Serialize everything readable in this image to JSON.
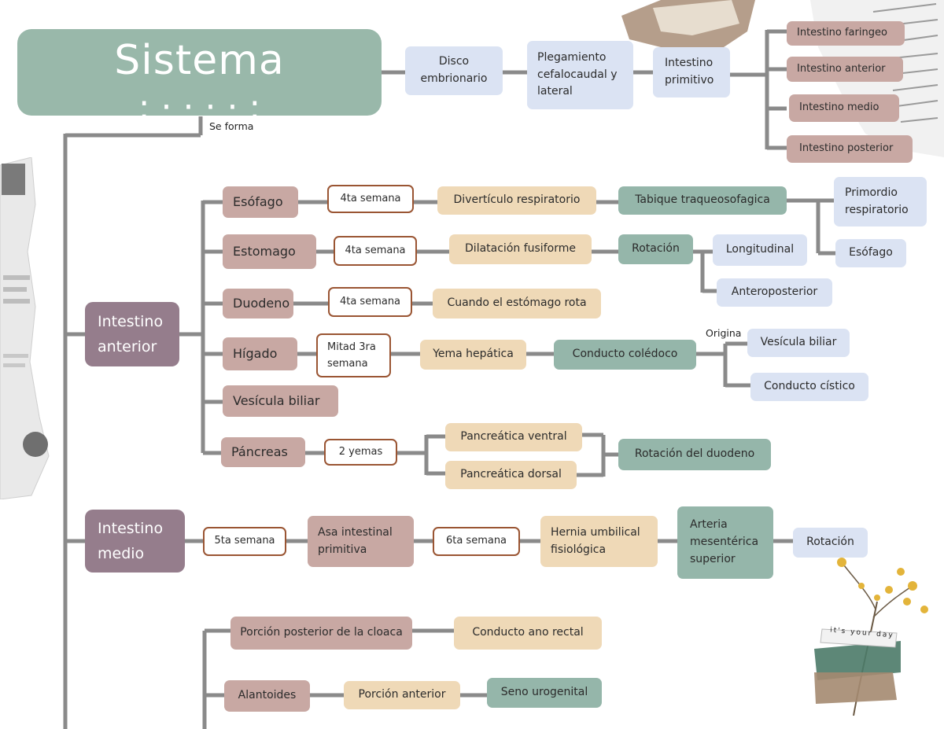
{
  "title": {
    "text": "Sistema",
    "cut_text": ": · · · · :"
  },
  "labels": {
    "se_forma": "Se forma",
    "origina": "Origina"
  },
  "top_row": {
    "disco": "Disco embrionario",
    "plegamiento": "Plegamiento cefalocaudal y lateral",
    "intestino_primitivo": "Intestino primitivo",
    "parts": [
      "Intestino faringeo",
      "Intestino anterior",
      "Intestino medio",
      "Intestino posterior"
    ]
  },
  "anterior": {
    "heading": "Intestino anterior",
    "esofago": {
      "name": "Esófago",
      "time": "4ta semana",
      "step": "Divertículo respiratorio",
      "result": "Tabique traqueosofagica",
      "outcomes": [
        "Primordio respiratorio",
        "Esófago"
      ]
    },
    "estomago": {
      "name": "Estomago",
      "time": "4ta semana",
      "step": "Dilatación fusiforme",
      "result": "Rotación",
      "outcomes": [
        "Longitudinal",
        "Anteroposterior"
      ]
    },
    "duodeno": {
      "name": "Duodeno",
      "time": "4ta semana",
      "step": "Cuando el estómago rota"
    },
    "higado": {
      "name": "Hígado",
      "time": "Mitad 3ra semana",
      "step": "Yema hepática",
      "result": "Conducto colédoco",
      "outcomes": [
        "Vesícula biliar",
        "Conducto cístico"
      ]
    },
    "vesicula": {
      "name": "Vesícula biliar"
    },
    "pancreas": {
      "name": "Páncreas",
      "time": "2 yemas",
      "buds": [
        "Pancreática ventral",
        "Pancreática dorsal"
      ],
      "result": "Rotación del duodeno"
    }
  },
  "medio": {
    "heading": "Intestino medio",
    "time1": "5ta semana",
    "step1": "Asa intestinal primitiva",
    "time2": "6ta semana",
    "step2": "Hernia umbilical fisiológica",
    "step3": "Arteria mesentérica superior",
    "step4": "Rotación"
  },
  "posterior": {
    "row1": {
      "name": "Porción posterior de la cloaca",
      "result": "Conducto ano rectal"
    },
    "row2": {
      "name": "Alantoides",
      "step": "Porción anterior",
      "result": "Seno urogenital"
    }
  },
  "decor": {
    "tag_text": "it's your day"
  },
  "colors": {
    "title_bg": "#99b8aa",
    "blue": "#dbe3f3",
    "rose": "#c8a8a3",
    "sand": "#efd9b7",
    "green": "#95b6aa",
    "purple": "#957d8c",
    "connector": "#8a8a8a",
    "outline": "#9a5533"
  }
}
